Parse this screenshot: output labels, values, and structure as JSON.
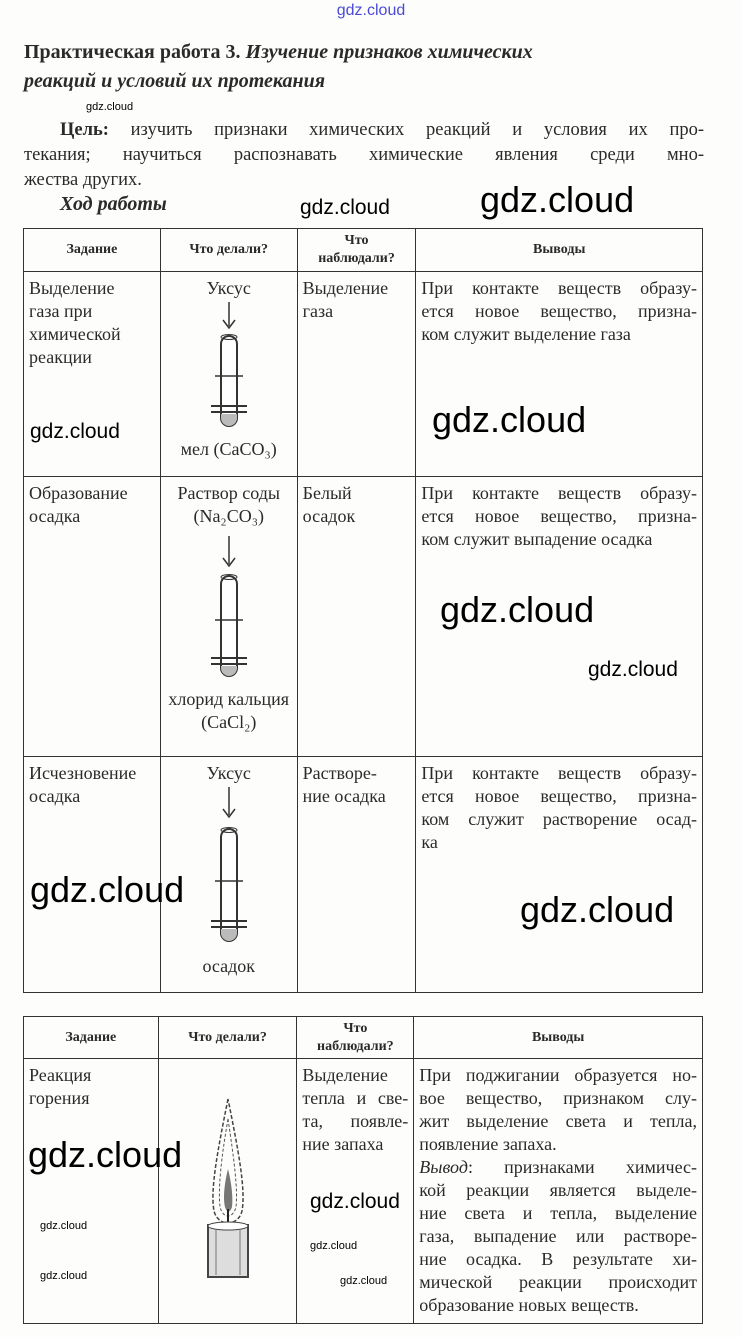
{
  "watermark": "gdz.cloud",
  "title": {
    "bold": "Практическая работа 3.",
    "italic_1": "Изучение признаков химических",
    "italic_2": "реакций и условий их протекания"
  },
  "goal": {
    "label": "Цель:",
    "lines": [
      "изучить признаки химических реакций и условия их про-",
      "текания; научиться распознавать химические явления среди мно-",
      "жества других."
    ]
  },
  "procedure_heading": "Ход работы",
  "headers": {
    "task": "Задание",
    "did": "Что делали?",
    "observed_1": "Что",
    "observed_2": "наблюдали?",
    "conclusions": "Выводы"
  },
  "rows": [
    {
      "task": [
        "Выделение",
        "газа при",
        "химической",
        "реакции"
      ],
      "reagent_top": "Уксус",
      "reagent_bottom": "мел (CaCO₃)",
      "observed": [
        "Выделение",
        "газа"
      ],
      "conclusion": [
        "При контакте веществ образу-",
        "ется новое вещество, призна-",
        "ком служит выделение газа"
      ]
    },
    {
      "task": [
        "Образование",
        "осадка"
      ],
      "reagent_top": "Раствор соды",
      "reagent_top_2": "(Na₂CO₃)",
      "reagent_bottom": "хлорид кальция",
      "reagent_bottom_2": "(CaCl₂)",
      "observed": [
        "Белый",
        "осадок"
      ],
      "conclusion": [
        "При контакте веществ образу-",
        "ется новое вещество, призна-",
        "ком служит выпадение осадка"
      ]
    },
    {
      "task": [
        "Исчезновение",
        "осадка"
      ],
      "reagent_top": "Уксус",
      "reagent_bottom": "осадок",
      "observed": [
        "Растворе-",
        "ние осадка"
      ],
      "conclusion": [
        "При контакте веществ образу-",
        "ется новое вещество, призна-",
        "ком служит растворение осад-",
        "ка"
      ]
    }
  ],
  "table2": {
    "task": [
      "Реакция",
      "горения"
    ],
    "observed": [
      "Выделение",
      "тепла и све-",
      "та, появле-",
      "ние запаха"
    ],
    "conclusion": [
      "При поджигании образуется но-",
      "вое вещество, признаком слу-",
      "жит выделение света и тепла,",
      "появление запаха."
    ],
    "verdict_label": "Вывод",
    "verdict": [
      ": признаками химичес-",
      "кой реакции является выделе-",
      "ние света и тепла, выделение",
      "газа, выпадение или растворе-",
      "ние осадка. В результате хи-",
      "мической реакции происходит",
      "образование новых веществ."
    ]
  }
}
